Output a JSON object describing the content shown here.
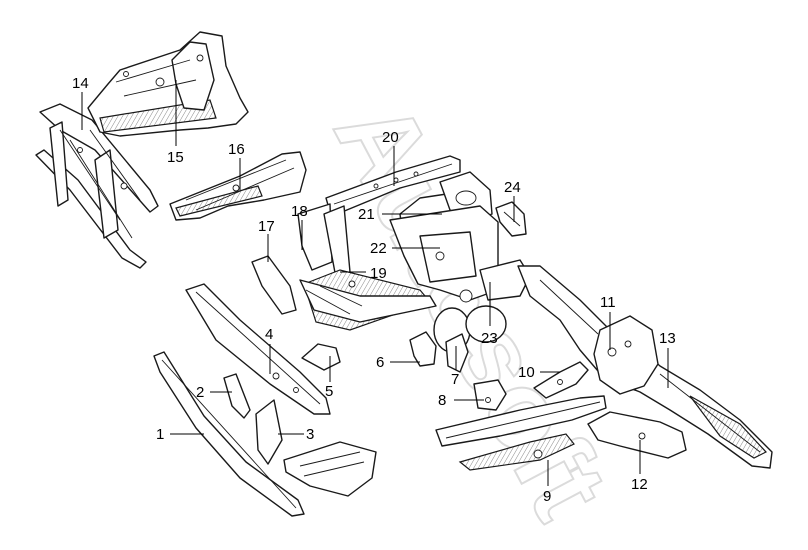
{
  "diagram": {
    "callouts": {
      "c1": "1",
      "c2": "2",
      "c3": "3",
      "c4": "4",
      "c5": "5",
      "c6": "6",
      "c7": "7",
      "c8": "8",
      "c9": "9",
      "c10": "10",
      "c11": "11",
      "c12": "12",
      "c13": "13",
      "c14": "14",
      "c15": "15",
      "c16": "16",
      "c17": "17",
      "c18": "18",
      "c19": "19",
      "c20": "20",
      "c21": "21",
      "c22": "22",
      "c23": "23",
      "c24": "24"
    },
    "watermark": "Autosoft",
    "colors": {
      "line": "#1a1a1a",
      "paper": "#ffffff",
      "watermark": "#9a9a9a"
    }
  }
}
